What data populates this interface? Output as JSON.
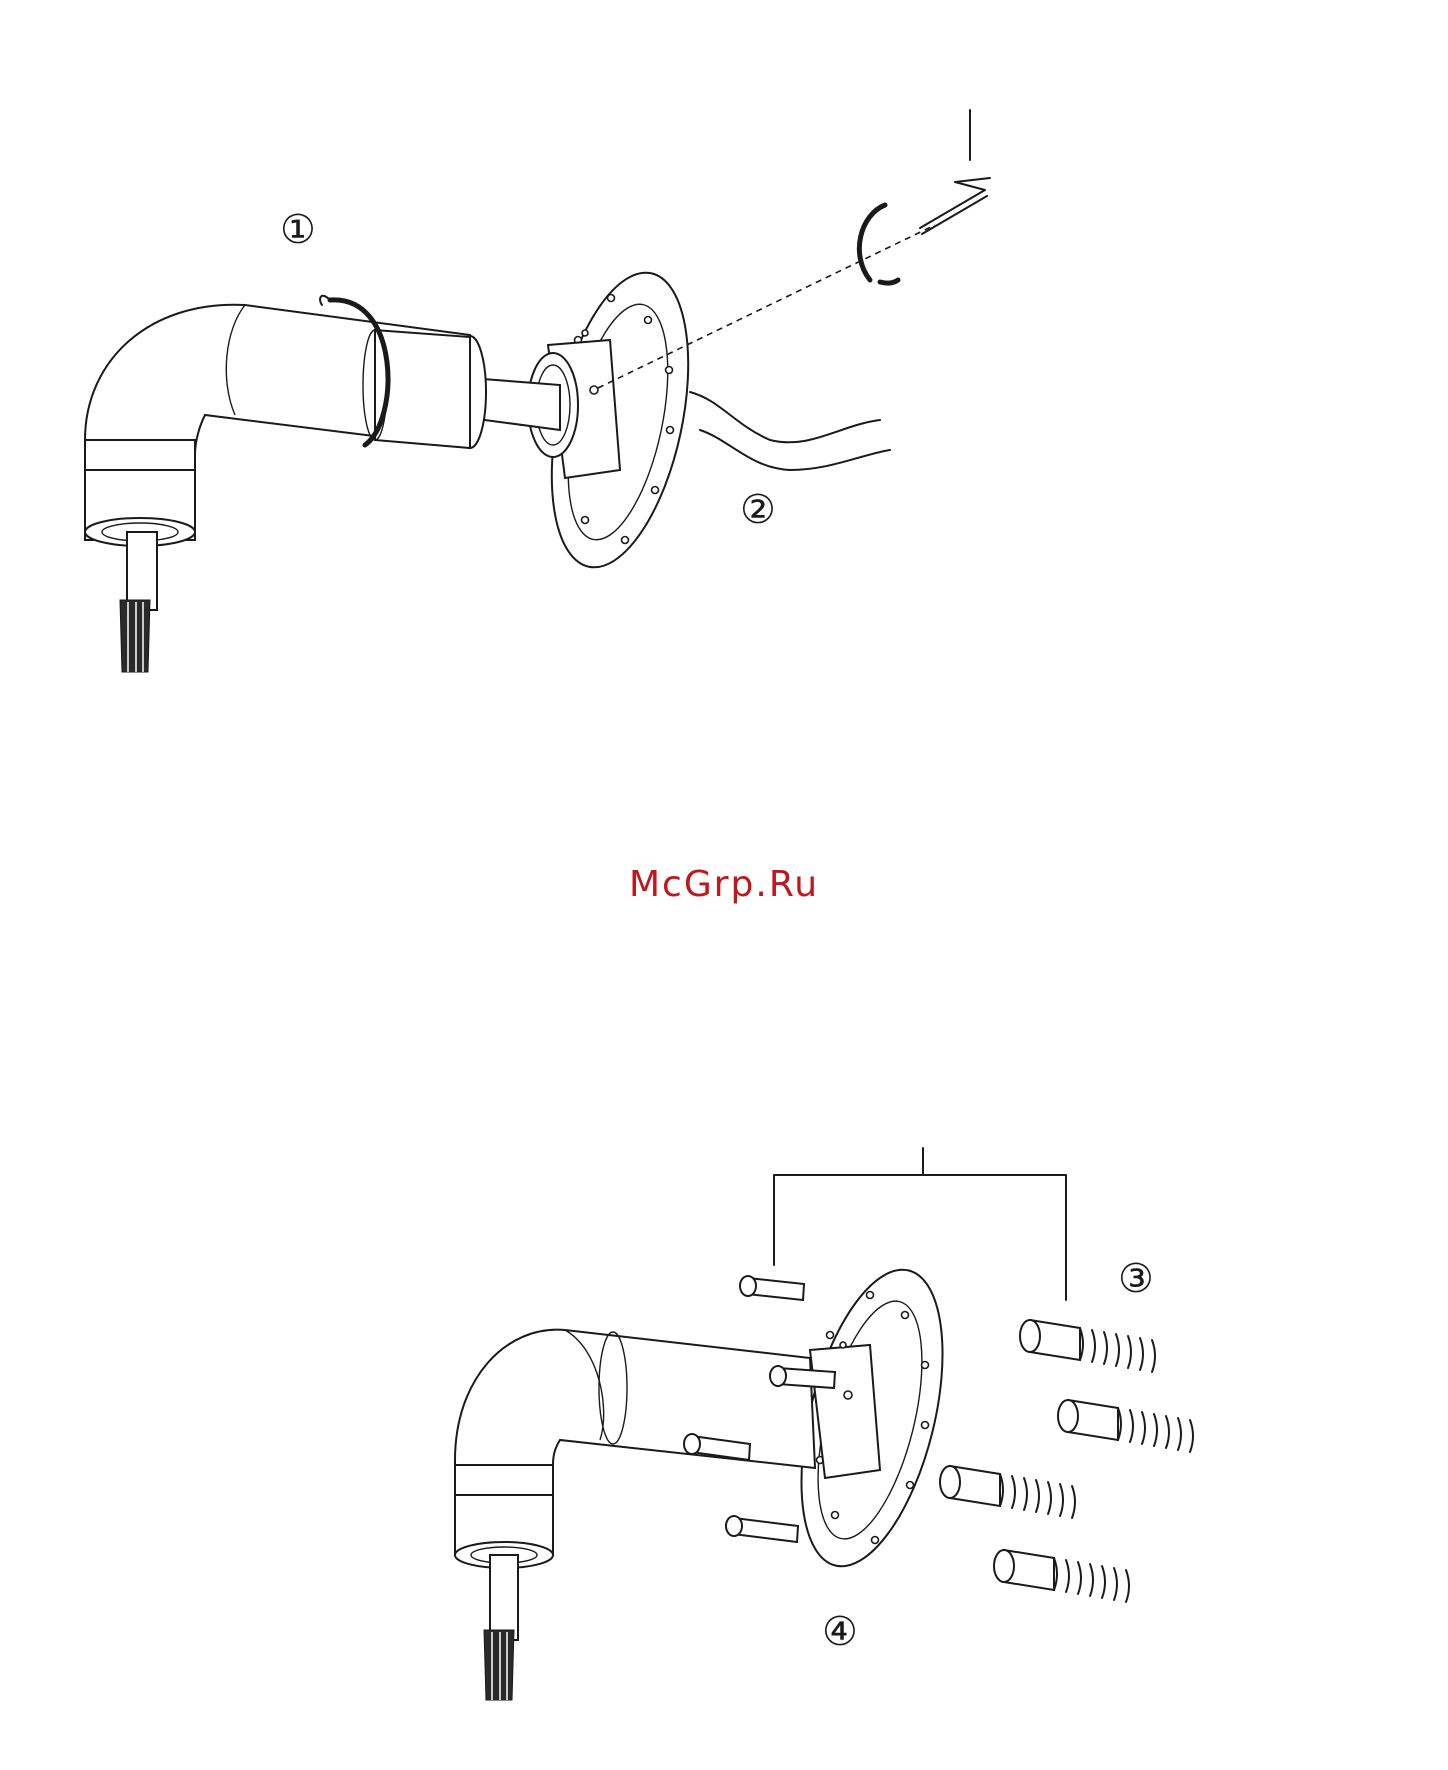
{
  "callouts": {
    "c1": "①",
    "c2": "②",
    "c3": "③",
    "c4": "④"
  },
  "watermark": {
    "text": "McGrp.Ru",
    "color": "#c0171d"
  },
  "colors": {
    "line": "#1a1a1a",
    "background": "#ffffff"
  }
}
